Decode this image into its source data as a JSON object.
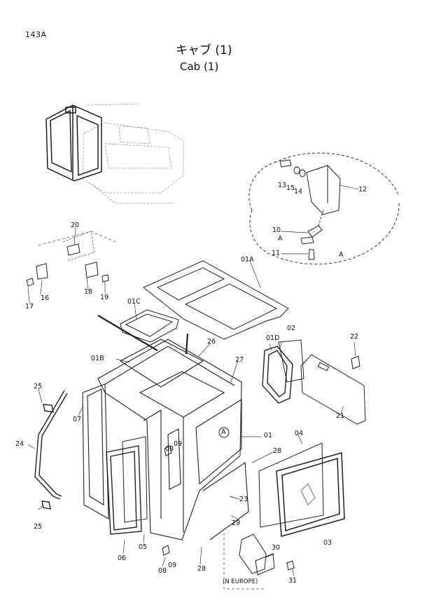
{
  "page_number": "143A",
  "title_jp": "キャブ (1)",
  "title_en": "Cab (1)",
  "region_note": "(N EUROPE)",
  "detail_label": "A",
  "callout_label": "A",
  "part_labels": {
    "p01": "01",
    "p01A": "01A",
    "p01B": "01B",
    "p01C": "01C",
    "p01D": "01D",
    "p02": "02",
    "p03": "03",
    "p04": "04",
    "p05": "05",
    "p06": "06",
    "p07": "07",
    "p08a": "08",
    "p08b": "08",
    "p09a": "09",
    "p09b": "09",
    "p10": "10",
    "p11": "11",
    "p12": "12",
    "p13": "13",
    "p14": "14",
    "p15": "15",
    "p16": "16",
    "p17": "17",
    "p18": "18",
    "p19": "19",
    "p20": "20",
    "p21": "21",
    "p22": "22",
    "p23": "23",
    "p24": "24",
    "p25a": "25",
    "p25b": "25",
    "p26": "26",
    "p27": "27",
    "p28a": "28",
    "p28b": "28",
    "p29": "29",
    "p30": "30",
    "p31": "31"
  }
}
